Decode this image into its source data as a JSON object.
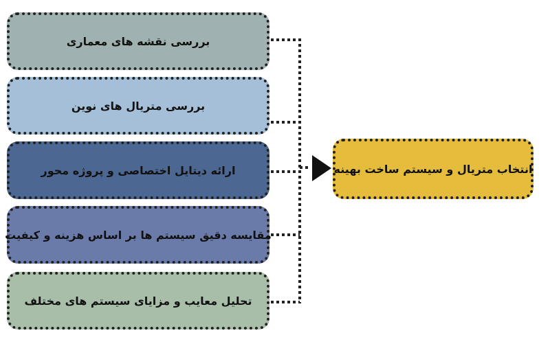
{
  "diagram": {
    "sources": [
      {
        "label": "بررسی نقشه های معماری",
        "color": "#9fb1b0"
      },
      {
        "label": "بررسی متریال های نوین",
        "color": "#a6bfd9"
      },
      {
        "label": "ارائه دیتایل اختصاصی و پروژه محور",
        "color": "#4b6792"
      },
      {
        "label": "مقایسه دقیق سیستم ها بر اساس هزینه و کیفیت",
        "color": "#6b7ba9"
      },
      {
        "label": "تحلیل معایب و مزایای سیستم های مختلف",
        "color": "#a8bea9"
      }
    ],
    "target": {
      "label": "انتخاب متریال و سیستم ساخت بهینه",
      "color": "#e5bc3c"
    },
    "connector_color": "#222222"
  }
}
